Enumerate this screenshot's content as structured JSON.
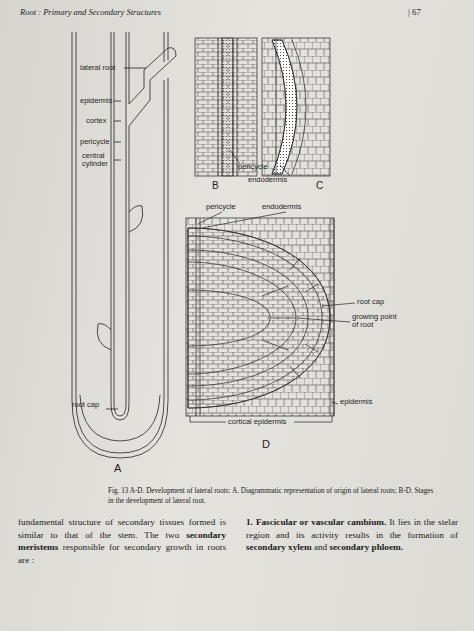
{
  "diagram": {
    "caption": "Fig. 13 A-D. Development of lateral roots: A. Diagrammatic representation of origin of lateral roots; B-D. Stages in the development of lateral root.",
    "labels": [
      "Root : Primary and Secondary Structures",
      "| 67",
      "lateral root",
      "epidermis",
      "cortex",
      "pericycle",
      "central cylinder",
      "B",
      "pericycle",
      "endodermis",
      "C",
      "pericycle",
      "endodermis",
      "root cap",
      "growing point of root",
      "root cap",
      "epidermis",
      "cortical epidermis",
      "A",
      "D",
      "fundamental structure of secondary tissues formed is similar to that of the stem. The two",
      "secondary meristems",
      "responsible for secondary growth in roots are :",
      "1. Fascicular or vascular cambium.",
      "It lies in the stelar region and its activity results in the formation of",
      "secondary xylem",
      "and",
      "secondary phloem."
    ]
  }
}
